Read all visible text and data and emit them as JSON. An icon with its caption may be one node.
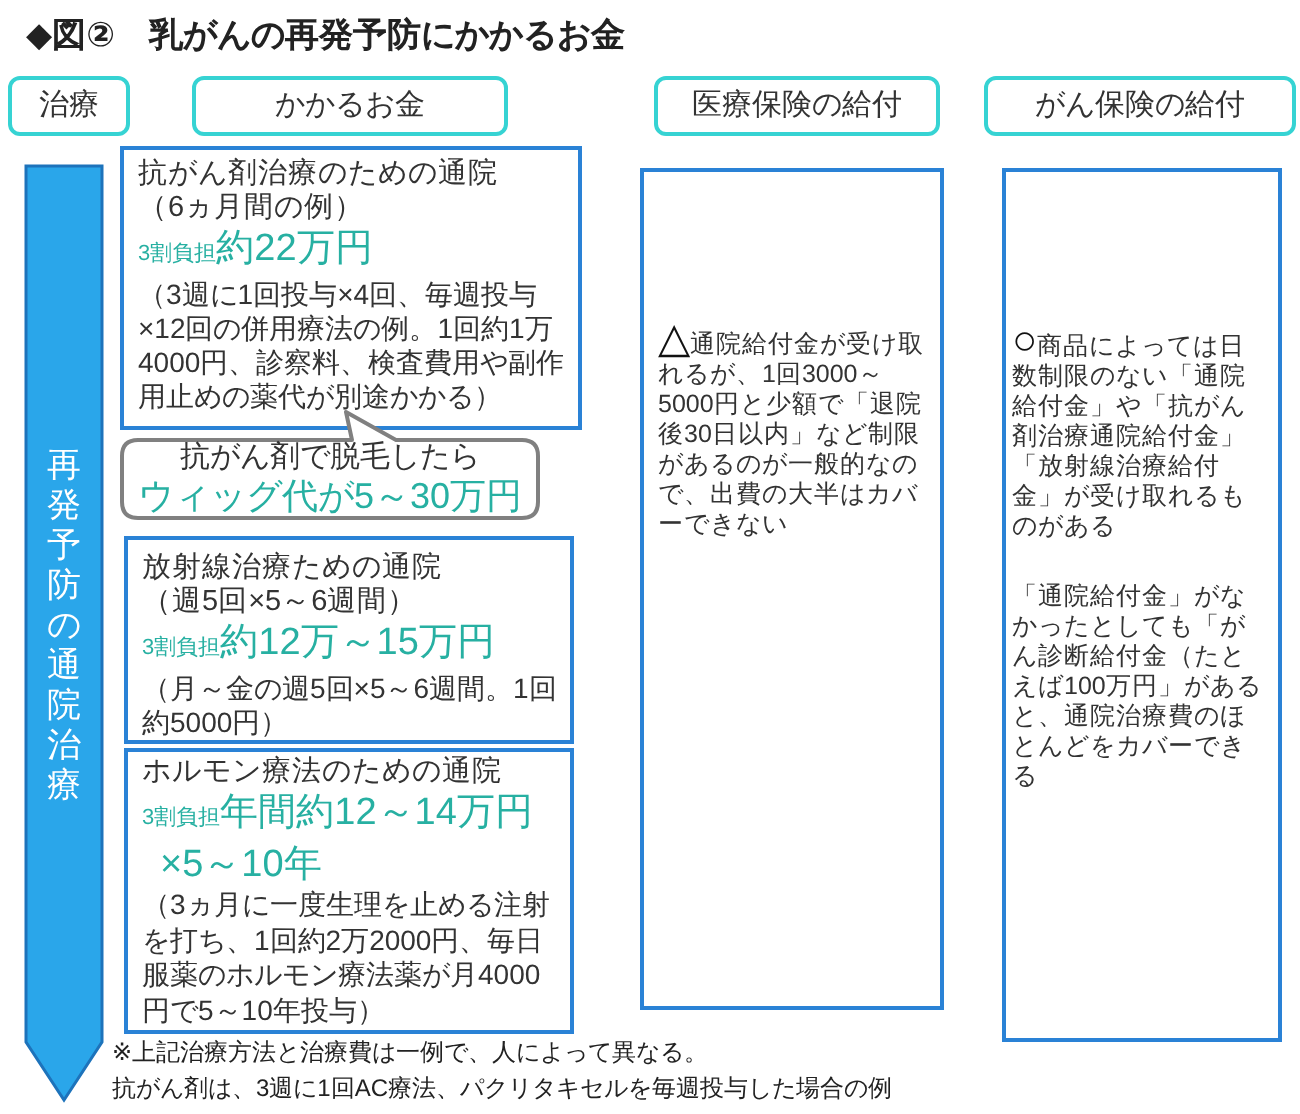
{
  "diagram": {
    "title": "◆図②　乳がんの再発予防にかかるお金",
    "nodes": [
      {
        "text": [
          "治療"
        ]
      },
      {
        "text": [
          "かかるお金"
        ]
      },
      {
        "text": [
          "医療保険の給付"
        ]
      },
      {
        "text": [
          "がん保険の給付"
        ]
      },
      {
        "text": [
          "再発予防の通院治療"
        ]
      },
      {
        "text": [
          "抗がん剤治療のための通院",
          "（6ヵ月間の例）",
          "3割負担",
          "約22万円",
          "（3週に1回投与×4回、毎週投与×12回の併用療法の例。1回約1万4000円、診察料、検査費用や副作用止めの薬代が別途かかる）"
        ]
      },
      {
        "text": [
          "抗がん剤で脱毛したら",
          "ウィッグ代が5～30万円"
        ]
      },
      {
        "text": [
          "放射線治療ための通院",
          "（週5回×5～6週間）",
          "3割負担",
          "約12万～15万円",
          "（月～金の週5回×5～6週間。1回約5000円）"
        ]
      },
      {
        "text": [
          "ホルモン療法のための通院",
          "3割負担",
          "年間約12～14万円",
          "×5～10年",
          "（3ヵ月に一度生理を止める注射を打ち、1回約2万2000円、毎日服薬のホルモン療法薬が月4000円で5～10年投与）"
        ]
      },
      {
        "text": [
          "△通院給付金が受け取れるが、1回3000～5000円と少額で「退院後30日以内」など制限があるのが一般的なので、出費の大半はカバーできない"
        ]
      },
      {
        "text": [
          "○商品によっては日数制限のない「通院給付金」や「抗がん剤治療通院給付金」「放射線治療給付金」が受け取れるものがある",
          "「通院給付金」がなかったとしても「がん診断給付金（たとえば100万円」があると、通院治療費のほとんどをカバーできる"
        ]
      }
    ],
    "labels": [
      "※上記治療方法と治療費は一例で、人によって異なる。",
      "抗がん剤は、3週に1回AC療法、パクリタキセルを毎週投与した場合の例"
    ]
  }
}
